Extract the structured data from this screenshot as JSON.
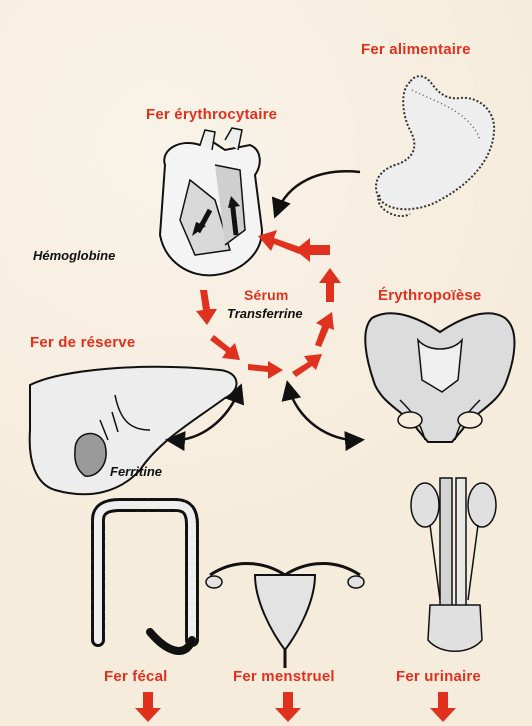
{
  "labels": {
    "fer_alimentaire": "Fer alimentaire",
    "fer_erythrocytaire": "Fer érythrocytaire",
    "hemoglobine": "Hémoglobine",
    "serum": "Sérum",
    "transferrine": "Transferrine",
    "erythropoiese": "Érythropoïèse",
    "fer_de_reserve": "Fer de réserve",
    "ferritine": "Ferritine",
    "fer_fecal": "Fer fécal",
    "fer_menstruel": "Fer menstruel",
    "fer_urinaire": "Fer urinaire"
  },
  "colors": {
    "accent_red": "#e0311f",
    "background": "#f6ecdc",
    "organ_fill": "#d9d9d9",
    "ink": "#111111"
  }
}
